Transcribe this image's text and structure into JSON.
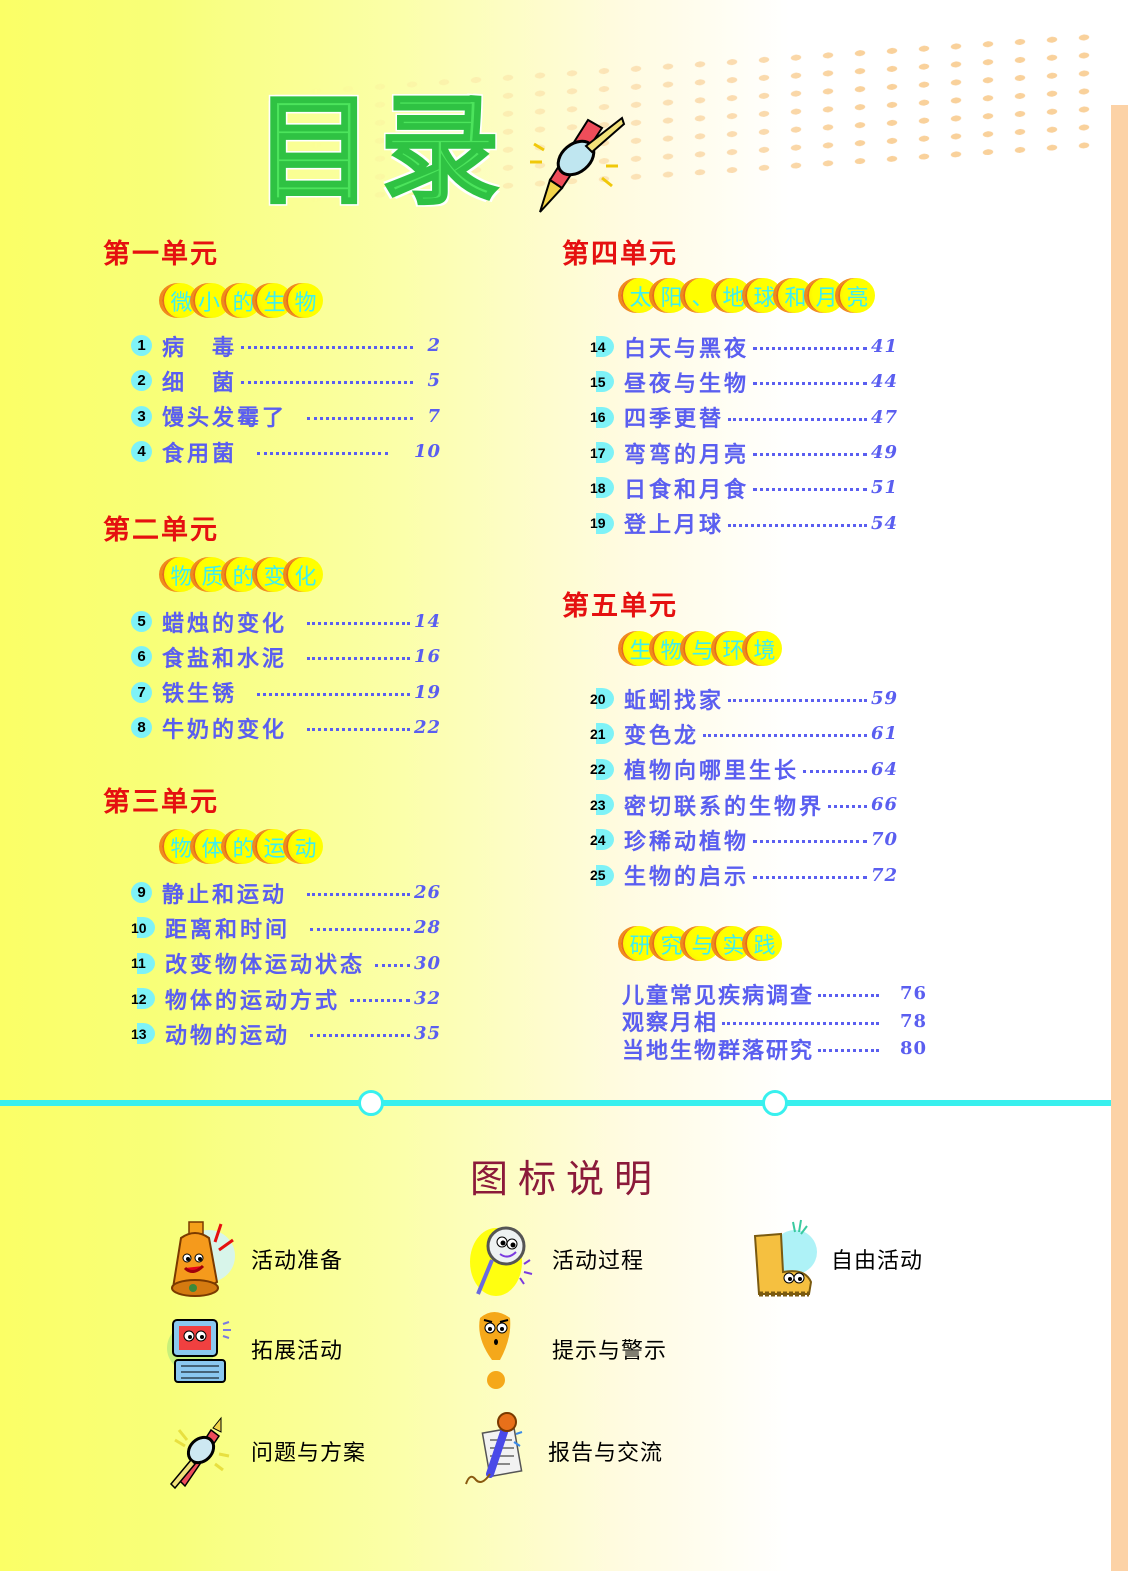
{
  "header": {
    "title": "目录"
  },
  "units": [
    {
      "title": "第一单元",
      "theme": [
        "微",
        "小·",
        "的",
        "生",
        "物"
      ],
      "items": [
        {
          "num": "1",
          "title": "病　毒",
          "page": "2"
        },
        {
          "num": "2",
          "title": "细　菌",
          "page": "5"
        },
        {
          "num": "3",
          "title": "馒头发霉了",
          "page": "7"
        },
        {
          "num": "4",
          "title": "食用菌",
          "page": "10"
        }
      ]
    },
    {
      "title": "第二单元",
      "theme": [
        "物",
        "质",
        "的",
        "变",
        "化"
      ],
      "items": [
        {
          "num": "5",
          "title": "蜡烛的变化",
          "page": "14"
        },
        {
          "num": "6",
          "title": "食盐和水泥",
          "page": "16"
        },
        {
          "num": "7",
          "title": "铁生锈",
          "page": "19"
        },
        {
          "num": "8",
          "title": "牛奶的变化",
          "page": "22"
        }
      ]
    },
    {
      "title": "第三单元",
      "theme": [
        "物",
        "体",
        "的",
        "运",
        "动"
      ],
      "items": [
        {
          "num": "9",
          "title": "静止和运动",
          "page": "26"
        },
        {
          "num": "10",
          "title": "距离和时间",
          "page": "28"
        },
        {
          "num": "11",
          "title": "改变物体运动状态",
          "page": "30"
        },
        {
          "num": "12",
          "title": "物体的运动方式",
          "page": "32"
        },
        {
          "num": "13",
          "title": "动物的运动",
          "page": "35"
        }
      ]
    },
    {
      "title": "第四单元",
      "theme": [
        "太",
        "阳",
        "、",
        "地",
        "球",
        "和",
        "月",
        "亮"
      ],
      "items": [
        {
          "num": "14",
          "title": "白天与黑夜",
          "page": "41"
        },
        {
          "num": "15",
          "title": "昼夜与生物",
          "page": "44"
        },
        {
          "num": "16",
          "title": "四季更替",
          "page": "47"
        },
        {
          "num": "17",
          "title": "弯弯的月亮",
          "page": "49"
        },
        {
          "num": "18",
          "title": "日食和月食",
          "page": "51"
        },
        {
          "num": "19",
          "title": "登上月球",
          "page": "54"
        }
      ]
    },
    {
      "title": "第五单元",
      "theme": [
        "生",
        "物",
        "与",
        "环",
        "境"
      ],
      "items": [
        {
          "num": "20",
          "title": "蚯蚓找家",
          "page": "59"
        },
        {
          "num": "21",
          "title": "变色龙",
          "page": "61"
        },
        {
          "num": "22",
          "title": "植物向哪里生长",
          "page": "64"
        },
        {
          "num": "23",
          "title": "密切联系的生物界",
          "page": "66"
        },
        {
          "num": "24",
          "title": "珍稀动植物",
          "page": "70"
        },
        {
          "num": "25",
          "title": "生物的启示",
          "page": "72"
        }
      ]
    }
  ],
  "research": {
    "theme": [
      "研",
      "究",
      "与",
      "实",
      "践"
    ],
    "items": [
      {
        "title": "儿童常见疾病调查",
        "page": "76"
      },
      {
        "title": "观察月相",
        "page": "78"
      },
      {
        "title": "当地生物群落研究",
        "page": "80"
      }
    ]
  },
  "legend": {
    "title": "图标说明",
    "items": [
      {
        "icon": "bell-icon",
        "label": "活动准备"
      },
      {
        "icon": "magnifier-icon",
        "label": "活动过程"
      },
      {
        "icon": "boot-icon",
        "label": "自由活动"
      },
      {
        "icon": "computer-icon",
        "label": "拓展活动"
      },
      {
        "icon": "exclamation-icon",
        "label": "提示与警示"
      },
      {
        "icon": "pencil-magnifier-icon",
        "label": "问题与方案"
      },
      {
        "icon": "microphone-icon",
        "label": "报告与交流"
      }
    ]
  },
  "colors": {
    "unit_title": "#e51010",
    "item_text": "#5a5ef0",
    "badge": "#7ef2f7",
    "bubble": "#ffff00",
    "bubble_text": "#3df0f0",
    "title_green": "#4ce45c",
    "divider": "#38f0ee",
    "legend_title": "#8b1a3a",
    "right_bar": "#fcd2a6"
  }
}
